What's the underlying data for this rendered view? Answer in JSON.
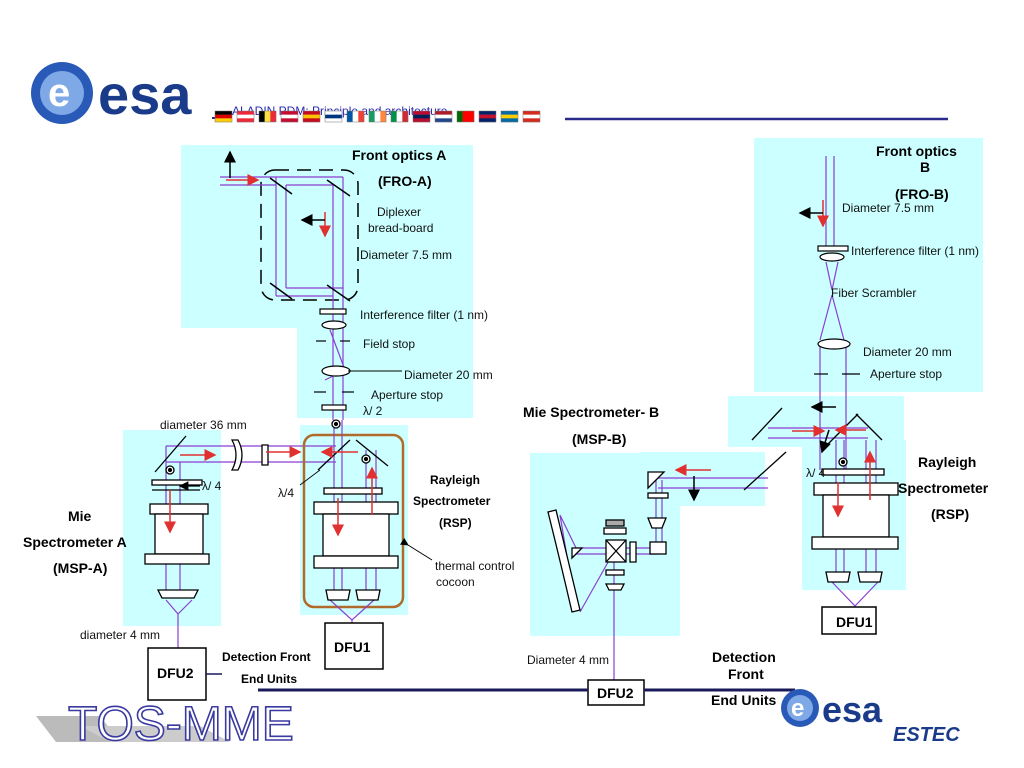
{
  "header": {
    "subtitle": "ALADIN PDM: Principle and architecture",
    "logo_text": "esa",
    "flags": [
      "de",
      "at",
      "be",
      "dk",
      "es",
      "fi",
      "fr",
      "ie",
      "it",
      "no",
      "nl",
      "pt",
      "gb",
      "se",
      "ch"
    ]
  },
  "footer": {
    "tos_logo": "TOS-MME",
    "estec_logo_esa": "esa",
    "estec_logo_estec": "ESTEC"
  },
  "colors": {
    "region_fill": "#ccffff",
    "beam_purple": "#8a3fd1",
    "beam_red": "#e03030",
    "cocoon": "#b06a2a",
    "header_line": "#2a2a8a",
    "esa_blue": "#1a3a8a"
  },
  "labels": {
    "front_optics_a": "Front optics A",
    "fro_a": "(FRO-A)",
    "diplexer_1": "Diplexer",
    "diplexer_2": "bread-board",
    "diameter_75_a": "Diameter 7.5 mm",
    "interference_a": "Interference filter (1 nm)",
    "field_stop": "Field stop",
    "diameter_20_a": "Diameter 20 mm",
    "aperture_a": "Aperture stop",
    "lambda2": "λ/ 2",
    "diameter_36": "diameter 36 mm",
    "lambda4_a1": "λ/ 4",
    "lambda4_a2": "λ/4",
    "mie_a_1": "Mie",
    "mie_a_2": "Spectrometer A",
    "mie_a_3": "(MSP-A)",
    "rayleigh_a_1": "Rayleigh",
    "rayleigh_a_2": "Spectrometer",
    "rayleigh_a_3": "(RSP)",
    "thermal_1": "thermal control",
    "thermal_2": "cocoon",
    "diameter_4_a": "diameter 4 mm",
    "dfu2_a": "DFU2",
    "dfu1_a": "DFU1",
    "detection_a_1": "Detection Front",
    "detection_a_2": "End Units",
    "front_optics_b_1": "Front optics",
    "front_optics_b_2": "B",
    "fro_b": "(FRO-B)",
    "diameter_75_b": "Diameter 7.5 mm",
    "interference_b": "Interference filter (1 nm)",
    "fiber": "Fiber Scrambler",
    "diameter_20_b": "Diameter 20 mm",
    "aperture_b": "Aperture stop",
    "mie_b_1": "Mie Spectrometer- B",
    "mie_b_2": "(MSP-B)",
    "lambda4_b": "λ/ 4",
    "rayleigh_b_1": "Rayleigh",
    "rayleigh_b_2": "Spectrometer",
    "rayleigh_b_3": "(RSP)",
    "dfu1_b": "DFU1",
    "diameter_4_b": "Diameter 4 mm",
    "dfu2_b": "DFU2",
    "detection_b_1": "Detection",
    "detection_b_2": "Front",
    "detection_b_3": "End Units"
  }
}
